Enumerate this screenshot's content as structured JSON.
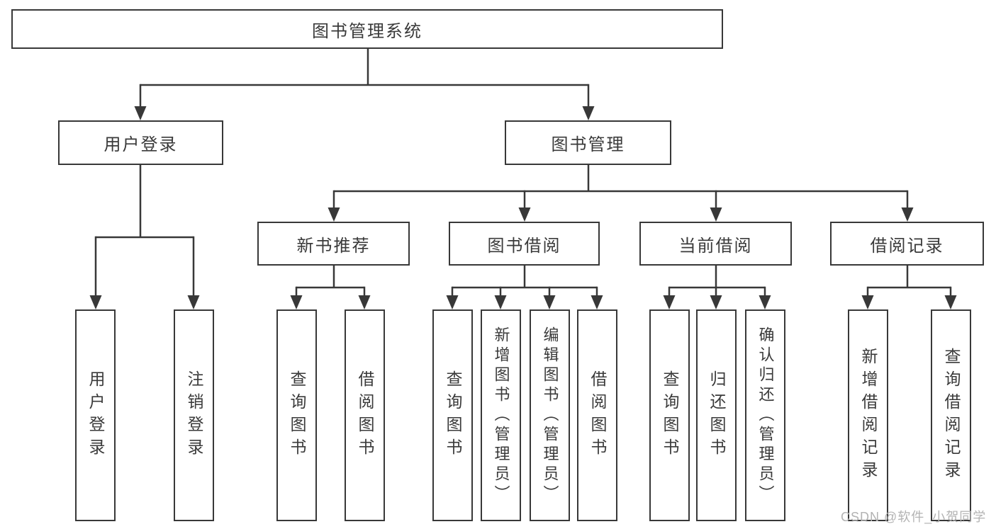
{
  "watermark": "CSDN @软件_小贺同学",
  "colors": {
    "line": "#383838",
    "box_border": "#383838",
    "text": "#3a3a3a",
    "background": "#ffffff",
    "watermark": "#b3b3b3"
  },
  "tree": {
    "root": {
      "label": "图书管理系统"
    },
    "level2": [
      {
        "label": "用户登录"
      },
      {
        "label": "图书管理"
      }
    ],
    "level3": [
      {
        "label": "新书推荐"
      },
      {
        "label": "图书借阅"
      },
      {
        "label": "当前借阅"
      },
      {
        "label": "借阅记录"
      }
    ],
    "leaves": {
      "user_login": [
        "用户登录",
        "注销登录"
      ],
      "new_book_recommend": [
        "查询图书",
        "借阅图书"
      ],
      "book_borrow": [
        "查询图书",
        "新增图书（管理员）",
        "编辑图书（管理员）",
        "借阅图书"
      ],
      "current_borrow": [
        "查询图书",
        "归还图书",
        "确认归还（管理员）"
      ],
      "borrow_record": [
        "新增借阅记录",
        "查询借阅记录"
      ]
    }
  }
}
